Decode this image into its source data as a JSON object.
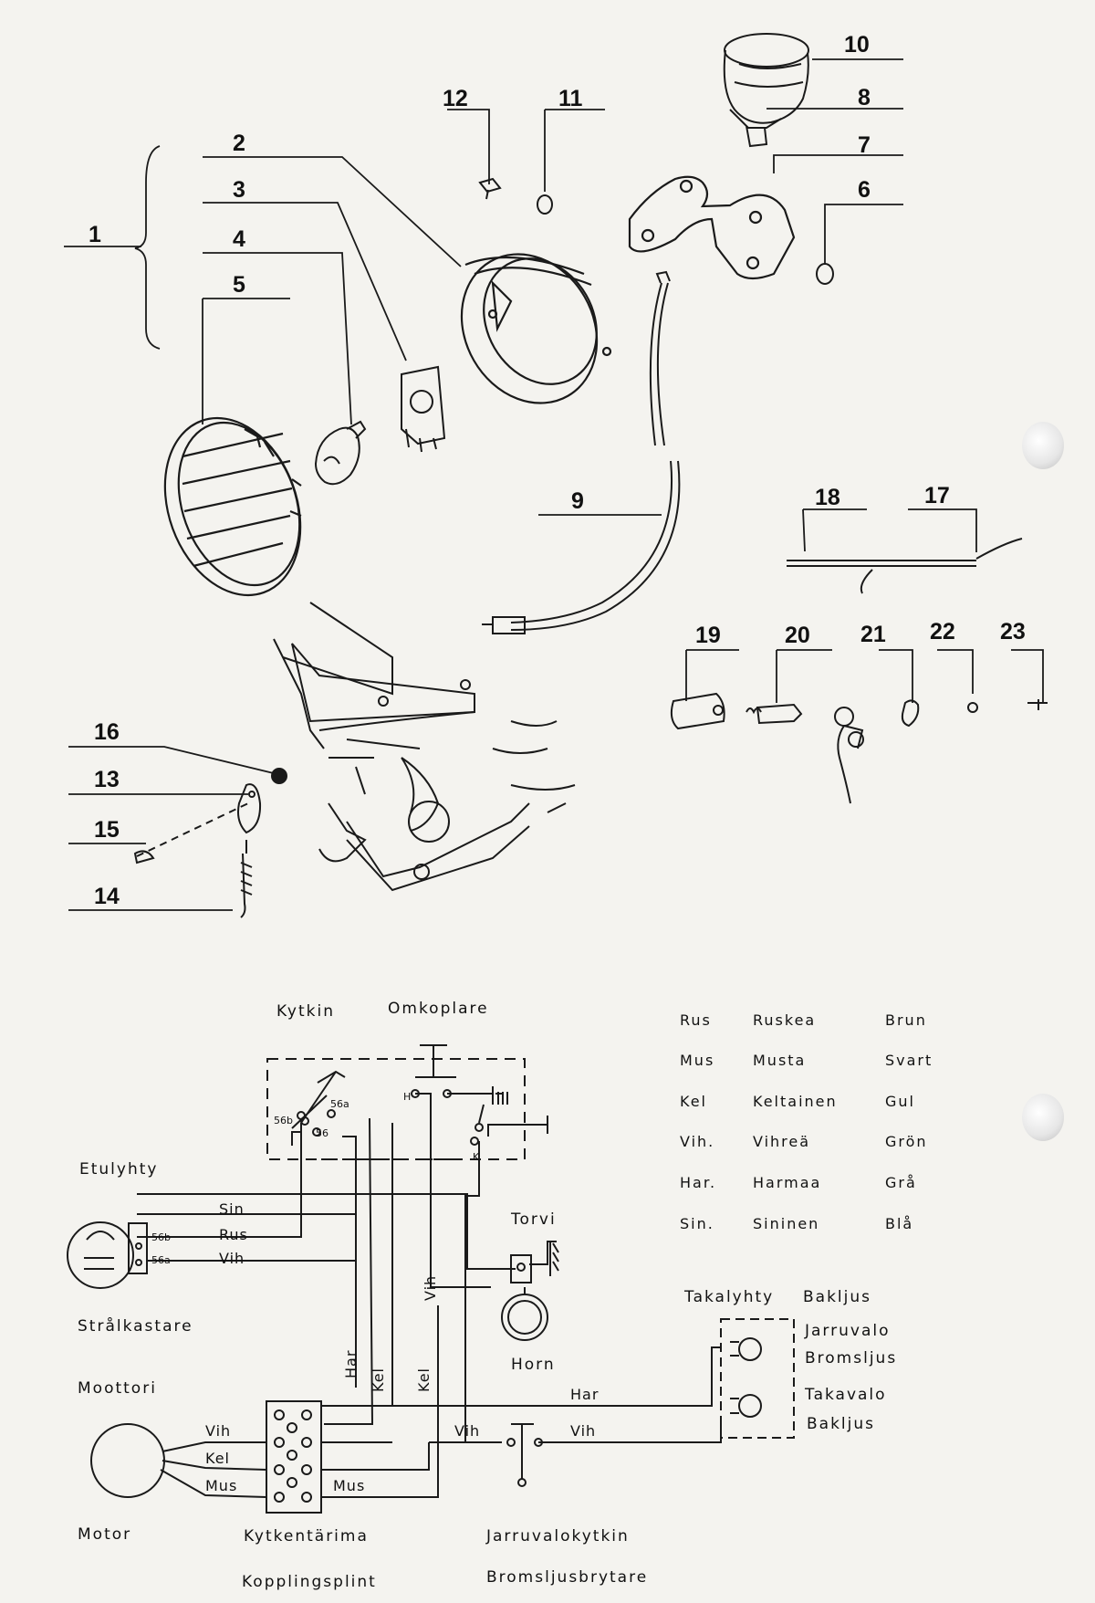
{
  "parts": {
    "p1": "1",
    "p2": "2",
    "p3": "3",
    "p4": "4",
    "p5": "5",
    "p6": "6",
    "p7": "7",
    "p8": "8",
    "p9": "9",
    "p10": "10",
    "p11": "11",
    "p12": "12",
    "p13": "13",
    "p14": "14",
    "p15": "15",
    "p16": "16",
    "p17": "17",
    "p18": "18",
    "p19": "19",
    "p20": "20",
    "p21": "21",
    "p22": "22",
    "p23": "23"
  },
  "wiring": {
    "kytkin": "Kytkin",
    "omkoplare": "Omkoplare",
    "etulyhty": "Etulyhty",
    "stralkastare": "Strålkastare",
    "torvi": "Torvi",
    "horn": "Horn",
    "moottori": "Moottori",
    "motor": "Motor",
    "kytkentarima": "Kytkentärima",
    "kopplingsplint": "Kopplingsplint",
    "jarruvalokytkin": "Jarruvalokytkin",
    "bromsljusbrytare": "Bromsljusbrytare",
    "takalyhty": "Takalyhty",
    "bakljus": "Bakljus",
    "jarruvalo": "Jarruvalo",
    "bromsljus": "Bromsljus",
    "takavalo": "Takavalo",
    "bakljus2": "Bakljus",
    "t56b_sw": "56b",
    "t56a_sw": "56a",
    "t56_sw": "56",
    "tH": "H",
    "tK": "K",
    "t56b_lamp": "56b",
    "t56a_lamp": "56a",
    "w_sin": "Sin",
    "w_rus": "Rus",
    "w_vih": "Vih",
    "w_vih_vert": "Vih",
    "w_har_vert": "Har",
    "w_kel_vert": "Kel",
    "w_kel_vert2": "Kel",
    "w_vih_motor": "Vih",
    "w_kel_motor": "Kel",
    "w_mus_motor": "Mus",
    "w_mus_block": "Mus",
    "w_har_rear": "Har",
    "w_vih_brake": "Vih",
    "w_vih_rear": "Vih"
  },
  "legend": [
    {
      "abbr": "Rus",
      "fi": "Ruskea",
      "sv": "Brun"
    },
    {
      "abbr": "Mus",
      "fi": "Musta",
      "sv": "Svart"
    },
    {
      "abbr": "Kel",
      "fi": "Keltainen",
      "sv": "Gul"
    },
    {
      "abbr": "Vih.",
      "fi": "Vihreä",
      "sv": "Grön"
    },
    {
      "abbr": "Har.",
      "fi": "Harmaa",
      "sv": "Grå"
    },
    {
      "abbr": "Sin.",
      "fi": "Sininen",
      "sv": "Blå"
    }
  ]
}
